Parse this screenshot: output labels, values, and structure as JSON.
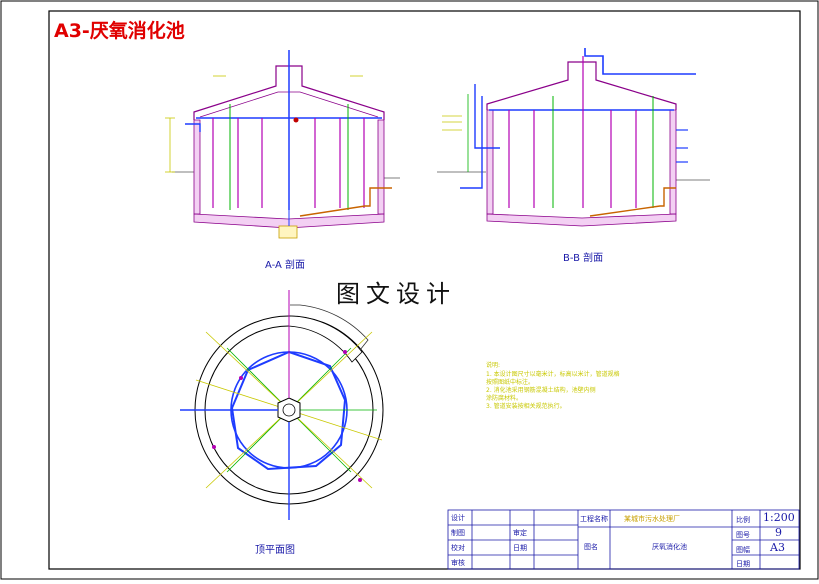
{
  "sheet_title": "A3-厌氧消化池",
  "watermark": "图文设计",
  "views": {
    "section_aa": "A-A 剖面",
    "section_bb": "B-B 剖面",
    "plan": "顶平面图"
  },
  "notes": {
    "heading": "说明:",
    "lines": [
      "1. 本设计图尺寸以毫米计，标高以米计，管道规格",
      "   按照图纸中标注。",
      "2. 消化池采用钢筋混凝土结构，池壁内侧",
      "   涂防腐材料。",
      "3. 管道安装按相关规范执行。"
    ]
  },
  "title_block": {
    "left_labels": [
      "设计",
      "制图",
      "校对",
      "审核"
    ],
    "mid_labels": [
      "审定",
      "日期"
    ],
    "project_label": "工程名称",
    "project_name": "某城市污水处理厂",
    "drawing_label": "图名",
    "drawing_name": "厌氧消化池",
    "scale_label": "比例",
    "scale_value": "1:200",
    "sheet_no_label": "图号",
    "sheet_no_value": "9",
    "size_label": "图幅",
    "size_value": "A3",
    "date_label": "日期"
  },
  "colors": {
    "frame": "#000000",
    "title_red": "#e00000",
    "caption_blue": "#1a1aa8",
    "wall_magenta": "#b400b4",
    "pipe_blue": "#1e3cff",
    "pipe_orange": "#c86400",
    "guide_green": "#00b400",
    "note_yellow": "#c8c800"
  }
}
